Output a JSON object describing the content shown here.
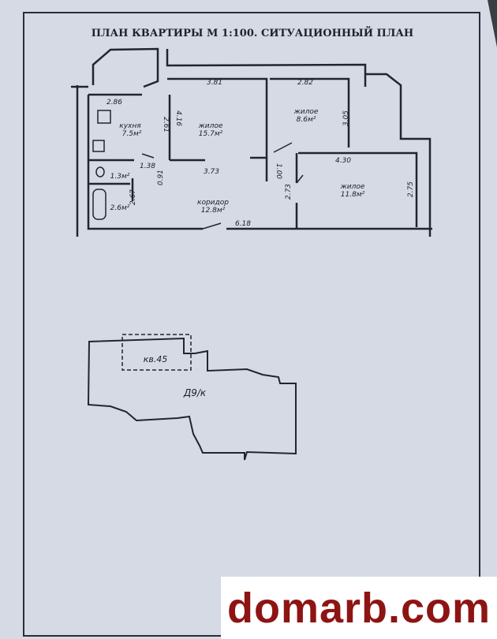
{
  "title": "ПЛАН КВАРТИРЫ М 1:100.  СИТУАЦИОННЫЙ ПЛАН",
  "rooms": {
    "kitchen": {
      "name": "кухня",
      "area": "7.5м²"
    },
    "living1": {
      "name": "жилое",
      "area": "15.7м²"
    },
    "living2": {
      "name": "жилое",
      "area": "8.6м²"
    },
    "living3": {
      "name": "жилое",
      "area": "11.8м²"
    },
    "corridor": {
      "name": "коридор",
      "area": "12.8м²"
    },
    "wc": {
      "area": "1.3м²"
    },
    "bath": {
      "area": "2.6м²"
    }
  },
  "dimensions": [
    "3.81",
    "2.82",
    "2.86",
    "2.61",
    "4.16",
    "3.05",
    "1.38",
    "0.91",
    "3.73",
    "1.00",
    "4.30",
    "2.67",
    "2.73",
    "2.75",
    "6.18"
  ],
  "site_plan": {
    "apartment": "кв.45",
    "building": "Д9/к"
  },
  "watermark": "domarb.com"
}
